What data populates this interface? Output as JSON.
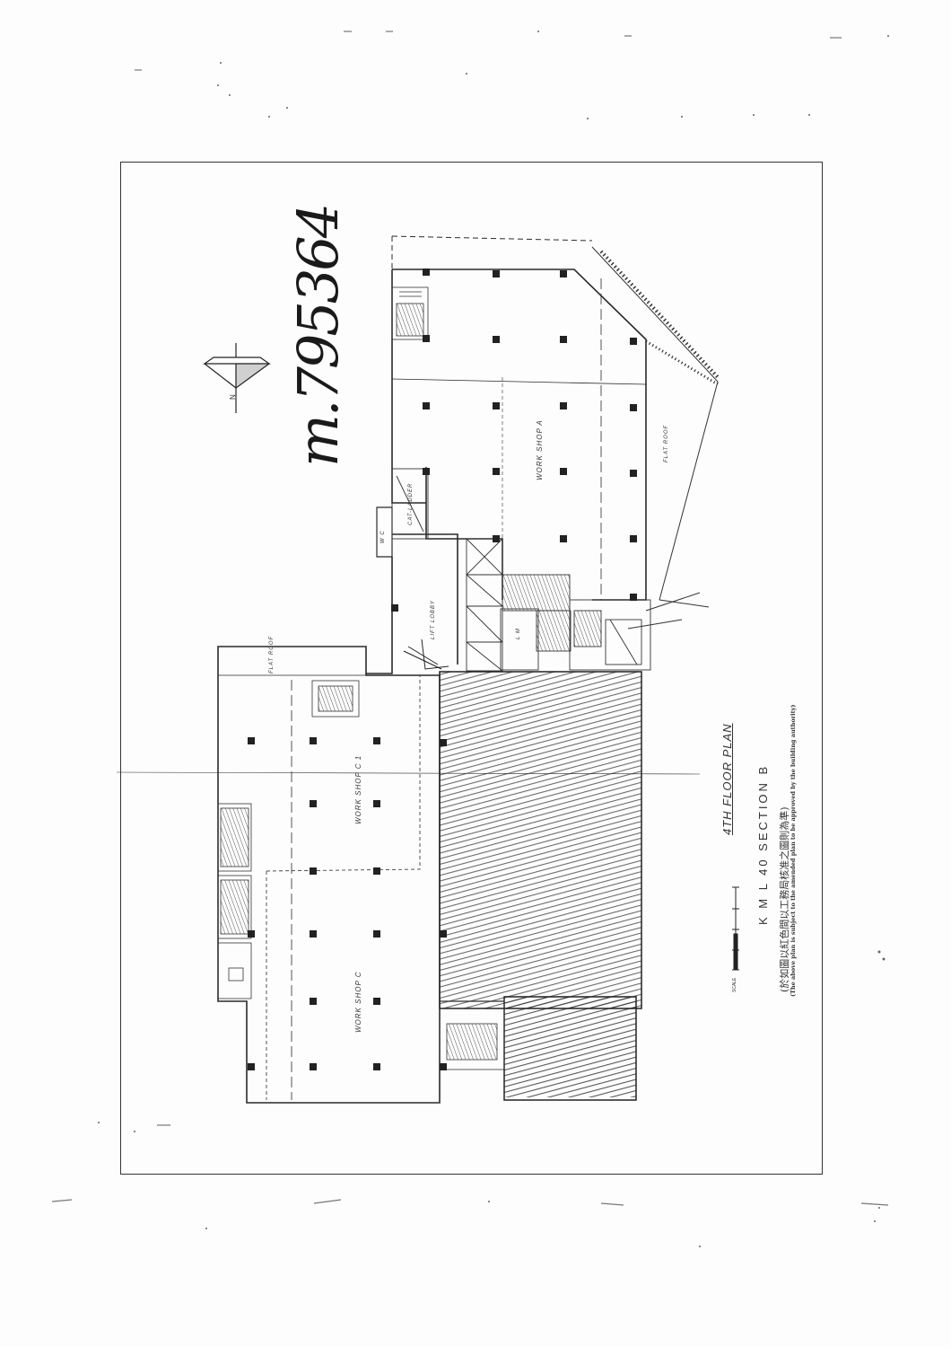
{
  "handwritten_reference": "m.795364",
  "plan": {
    "title": "4TH FLOOR PLAN",
    "subtitle": "K M L 40 SECTION B",
    "note_zh": "(於如圖以紅色間以工務局核准之圖則為準)",
    "note_en": "(The above plan is subject to the amended plan to be approved by the building authority)",
    "scale_label": "SCALE",
    "north_label": "N"
  },
  "rooms": {
    "workshop_a": "WORK SHOP A",
    "workshop_c1": "WORK SHOP C 1",
    "workshop_c": "WORK SHOP C",
    "flat_roof_right": "FLAT ROOF",
    "flat_roof_left": "FLAT ROOF",
    "lift_lobby": "LIFT LOBBY",
    "lift": "L M",
    "cat_ladder": "CAT-LADDER",
    "wc": "W C"
  },
  "colors": {
    "ink": "#2a2a2a",
    "hatch": "#3a3a3a",
    "paper": "#fdfdfd"
  }
}
